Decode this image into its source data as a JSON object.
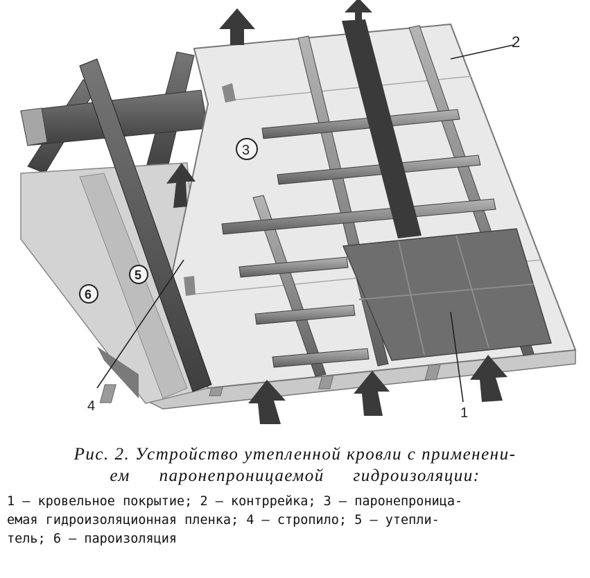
{
  "diagram": {
    "labels": {
      "one": "1",
      "two": "2",
      "three": "3",
      "four": "4",
      "five": "5",
      "six": "6"
    },
    "colors": {
      "membrane": "#e9e9e9",
      "vapor_barrier": "#d3d3d3",
      "wood_dark": "#555555",
      "batten": "#8a8a8a",
      "tile": "#6e6e6e",
      "arrow": "#3a3a3a"
    }
  },
  "caption": {
    "title_line1": "Рис. 2. Устройство утепленной кровли с применени-",
    "title_line2": "ем паронепроницаемой гидроизоляции:",
    "legend_line1": "1 – кровельное покрытие; 2 – контррейка; 3 – паронепроница-",
    "legend_line2": "емая гидроизоляционная пленка; 4 – стропило; 5 – утепли-",
    "legend_line3": "тель; 6 – пароизоляция"
  }
}
